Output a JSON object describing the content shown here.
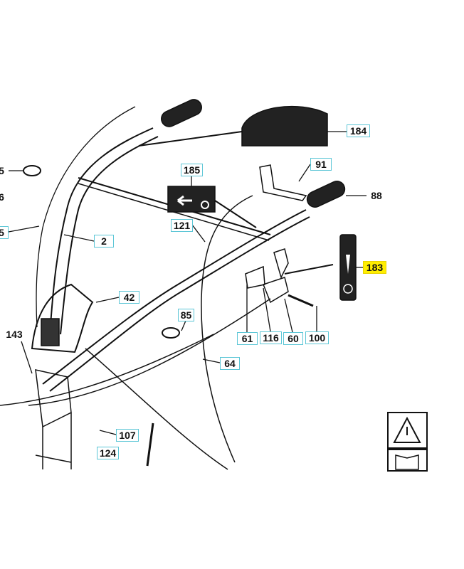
{
  "diagram": {
    "title": "Handlebar and controls parts diagram",
    "highlight_color": "#ffee00",
    "box_color": "#5cc6d6",
    "callouts": [
      {
        "id": "c184",
        "text": "184",
        "boxed": true,
        "highlighted": false
      },
      {
        "id": "c185",
        "text": "185",
        "boxed": true,
        "highlighted": false
      },
      {
        "id": "c91",
        "text": "91",
        "boxed": true,
        "highlighted": false
      },
      {
        "id": "c88",
        "text": "88",
        "boxed": false,
        "highlighted": false
      },
      {
        "id": "c5a",
        "text": "5",
        "boxed": false,
        "highlighted": false
      },
      {
        "id": "c6",
        "text": "6",
        "boxed": false,
        "highlighted": false
      },
      {
        "id": "c5b",
        "text": "5",
        "boxed": true,
        "highlighted": false
      },
      {
        "id": "c2",
        "text": "2",
        "boxed": true,
        "highlighted": false
      },
      {
        "id": "c121",
        "text": "121",
        "boxed": true,
        "highlighted": false
      },
      {
        "id": "c183",
        "text": "183",
        "boxed": true,
        "highlighted": true
      },
      {
        "id": "c42",
        "text": "42",
        "boxed": true,
        "highlighted": false
      },
      {
        "id": "c85",
        "text": "85",
        "boxed": true,
        "highlighted": false
      },
      {
        "id": "c143",
        "text": "143",
        "boxed": false,
        "highlighted": false
      },
      {
        "id": "c61",
        "text": "61",
        "boxed": true,
        "highlighted": false
      },
      {
        "id": "c116",
        "text": "116",
        "boxed": true,
        "highlighted": false
      },
      {
        "id": "c60",
        "text": "60",
        "boxed": true,
        "highlighted": false
      },
      {
        "id": "c100",
        "text": "100",
        "boxed": true,
        "highlighted": false
      },
      {
        "id": "c64",
        "text": "64",
        "boxed": true,
        "highlighted": false
      },
      {
        "id": "c107",
        "text": "107",
        "boxed": true,
        "highlighted": false
      },
      {
        "id": "c124",
        "text": "124",
        "boxed": true,
        "highlighted": false
      }
    ]
  }
}
